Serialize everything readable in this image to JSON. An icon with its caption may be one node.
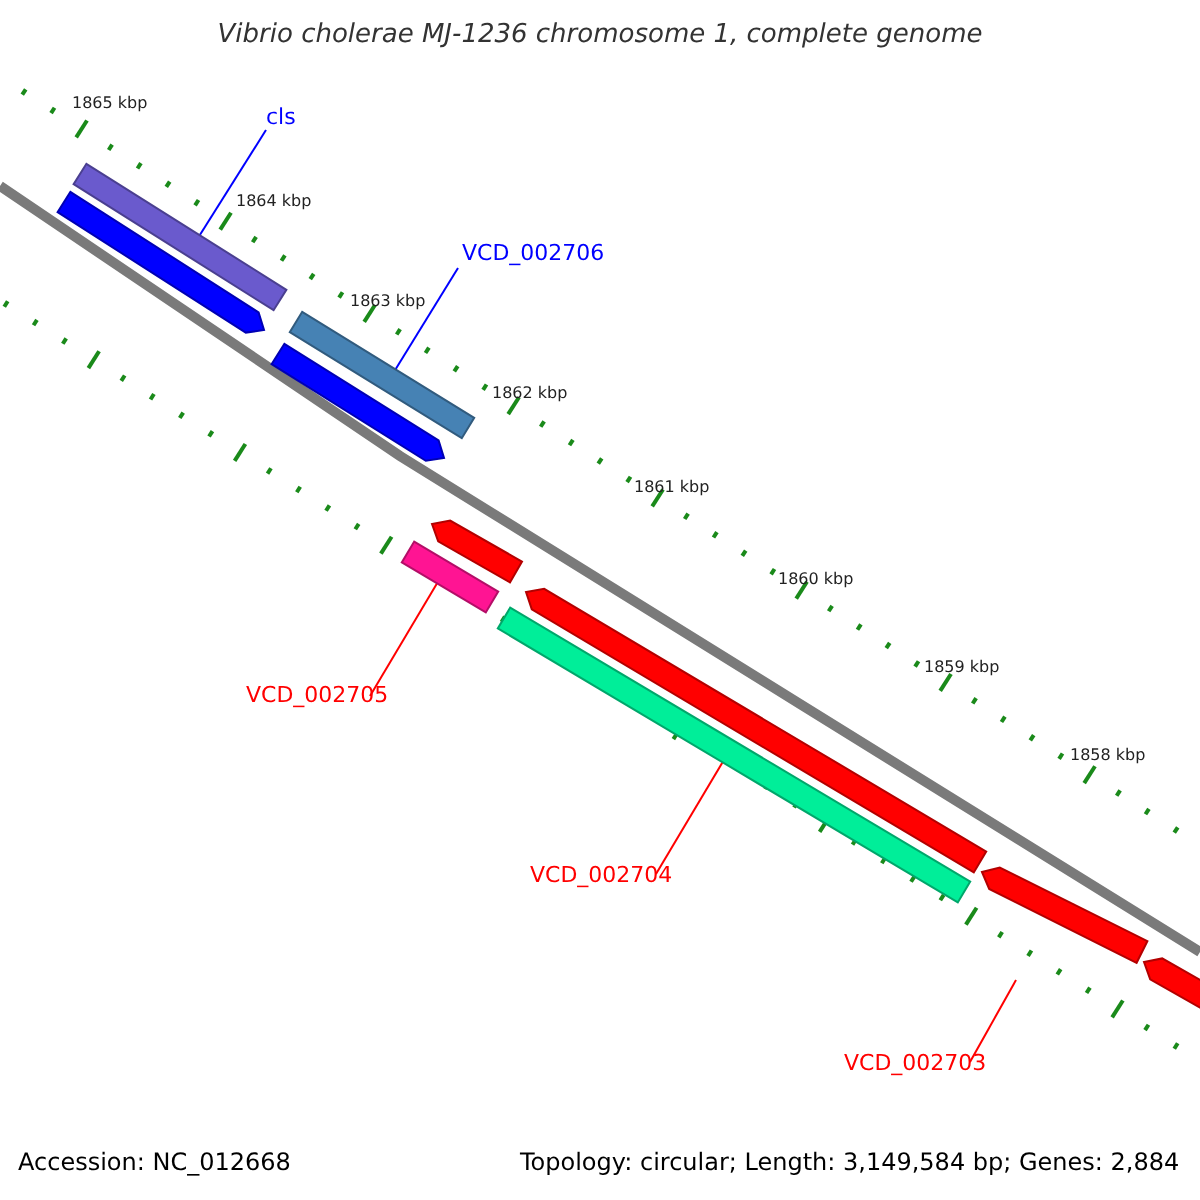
{
  "diagram": {
    "title": "Vibrio cholerae MJ-1236 chromosome 1, complete genome",
    "nodes": [
      {
        "text": [
          "cls"
        ]
      },
      {
        "text": [],
        "shape": "bar"
      },
      {
        "text": [],
        "shape": "pentagon"
      },
      {
        "text": [
          "VCD_002706"
        ]
      },
      {
        "text": [],
        "shape": "bar"
      },
      {
        "text": [],
        "shape": "pentagon"
      },
      {
        "text": [],
        "shape": "pentagon"
      },
      {
        "text": [],
        "shape": "bar"
      },
      {
        "text": [],
        "shape": "pentagon"
      },
      {
        "text": [],
        "shape": "bar"
      },
      {
        "text": [
          "VCD_002705"
        ]
      },
      {
        "text": [
          "VCD_002704"
        ]
      },
      {
        "text": [],
        "shape": "pentagon"
      },
      {
        "text": [],
        "shape": "pentagon"
      },
      {
        "text": [
          "VCD_002703"
        ]
      }
    ],
    "edges": [
      {
        "from": 0,
        "to": 1,
        "arrow": "none",
        "color": "#0000ff"
      },
      {
        "from": 3,
        "to": 4,
        "arrow": "none",
        "color": "#0000ff"
      },
      {
        "from": 10,
        "to": 7,
        "arrow": "none"
      },
      {
        "from": 11,
        "to": 9,
        "arrow": "none"
      },
      {
        "from": 14,
        "to": null,
        "arrow": "none"
      }
    ],
    "labels": [
      "1865 kbp",
      "1864 kbp",
      "1863 kbp",
      "1862 kbp",
      "1861 kbp",
      "1860 kbp",
      "1859 kbp",
      "1858 kbp",
      "Accession: NC_012668",
      "Topology: circular; Length: 3,149,584 bp; Genes: 2,884"
    ]
  }
}
